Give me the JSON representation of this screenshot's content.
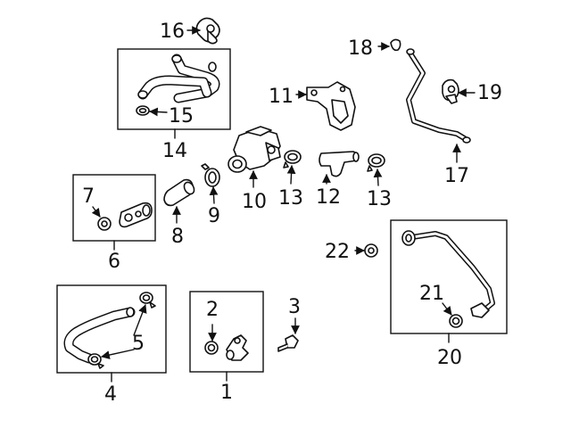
{
  "callouts": {
    "p1": "1",
    "p2": "2",
    "p3": "3",
    "p4": "4",
    "p5": "5",
    "p6": "6",
    "p7": "7",
    "p8": "8",
    "p9": "9",
    "p10": "10",
    "p11": "11",
    "p12": "12",
    "p13a": "13",
    "p13b": "13",
    "p14": "14",
    "p15": "15",
    "p16": "16",
    "p17": "17",
    "p18": "18",
    "p19": "19",
    "p20": "20",
    "p21": "21",
    "p22": "22"
  }
}
